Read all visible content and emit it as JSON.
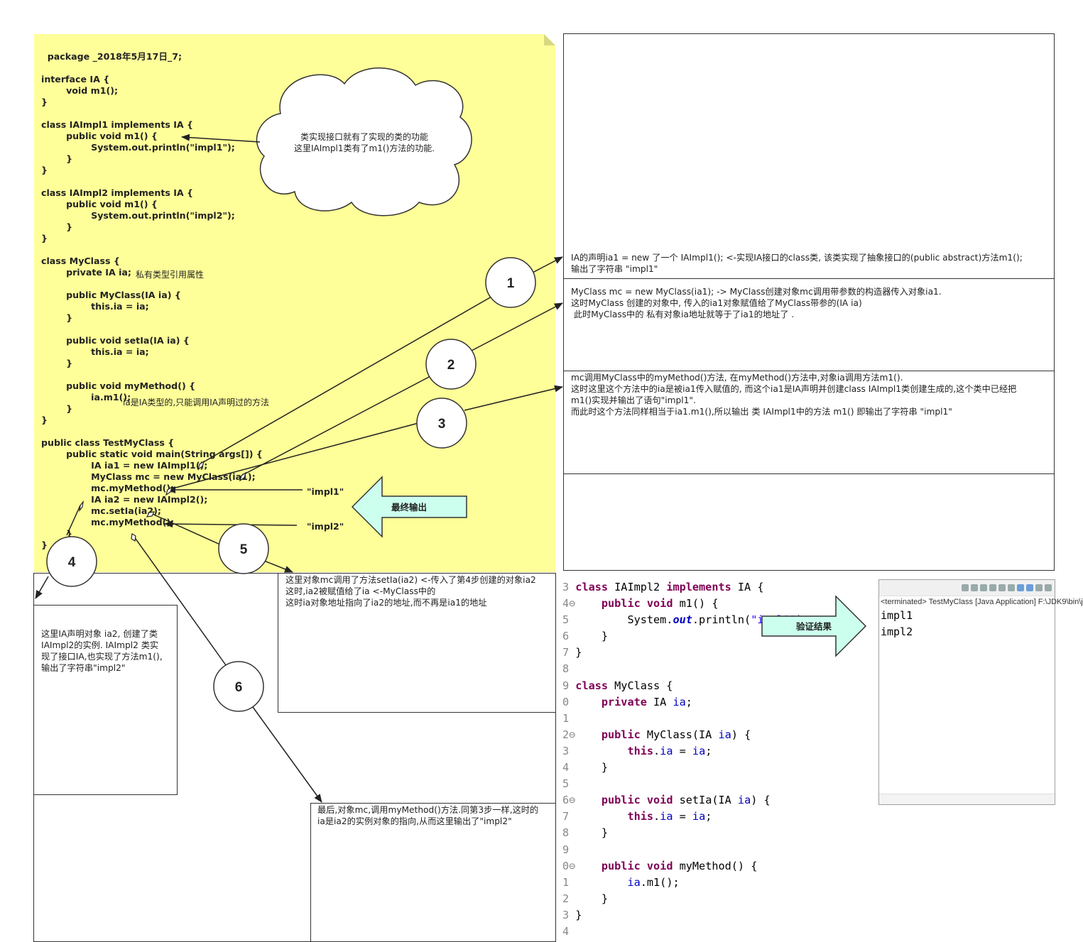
{
  "code_lines": [
    "  package _2018年5月17日_7;",
    "",
    "interface IA {",
    "        void m1();",
    "}",
    "",
    "class IAImpl1 implements IA {",
    "        public void m1() {",
    "                System.out.println(\"impl1\");",
    "        }",
    "}",
    "",
    "class IAImpl2 implements IA {",
    "        public void m1() {",
    "                System.out.println(\"impl2\");",
    "        }",
    "}",
    "",
    "class MyClass {",
    "        private IA ia;",
    "",
    "        public MyClass(IA ia) {",
    "                this.ia = ia;",
    "        }",
    "",
    "        public void setIa(IA ia) {",
    "                this.ia = ia;",
    "        }",
    "",
    "        public void myMethod() {",
    "                ia.m1();",
    "        }",
    "}",
    "",
    "public class TestMyClass {",
    "        public static void main(String args[]) {",
    "                IA ia1 = new IAImpl1();",
    "                MyClass mc = new MyClass(ia1);",
    "                mc.myMethod();",
    "                IA ia2 = new IAImpl2();",
    "                mc.setIa(ia2);",
    "                mc.myMethod();",
    "        }",
    "}"
  ],
  "inline_notes": {
    "private_field": "私有类型引用属性",
    "ia_m1": "ia是IA类型的,只能调用IA声明过的方法"
  },
  "cloud_text": "类实现接口就有了实现的类的功能\n这里IAImpl1类有了m1()方法的功能.",
  "step_numbers": [
    "1",
    "2",
    "3",
    "4",
    "5",
    "6"
  ],
  "output_labels": {
    "first": "\"impl1\"",
    "second": "\"impl2\""
  },
  "final_output_arrow": "最终输出",
  "verify_arrow": "验证结果",
  "explanations": {
    "step1": "IA的声明ia1 = new 了一个 IAImpl1(); <-实现IA接口的class类, 该类实现了抽象接口的(public abstract)方法m1();\n输出了字符串 \"impl1\"",
    "step2": "MyClass mc = new MyClass(ia1); -> MyClass创建对象mc调用带参数的构造器传入对象ia1.\n这时MyClass 创建的对象中, 传入的ia1对象赋值给了MyClass带参的(IA ia)\n 此时MyClass中的 私有对象ia地址就等于了ia1的地址了 .",
    "step3": "mc调用MyClass中的myMethod()方法, 在myMethod()方法中,对象ia调用方法m1().\n这时这里这个方法中的ia是被ia1传入赋值的, 而这个ia1是IA声明并创建class IAImpl1类创建生成的,这个类中已经把\nm1()实现并输出了语句\"impl1\".\n而此时这个方法同样相当于ia1.m1(),所以输出 类 IAImpl1中的方法 m1() 即输出了字符串 \"impl1\"",
    "step4": "这里IA声明对象 ia2, 创建了类\nIAImpl2的实例. IAImpl2 类实\n现了接口IA,也实现了方法m1(),\n输出了字符串\"impl2\"",
    "step5": "这里对象mc调用了方法setIa(ia2) <-传入了第4步创建的对象ia2\n这时,ia2被赋值给了ia <-MyClass中的\n这时ia对象地址指向了ia2的地址,而不再是ia1的地址",
    "step6": "最后,对象mc,调用myMethod()方法.同第3步一样,这时的\nia是ia2的实例对象的指向,从而这里输出了\"impl2\""
  },
  "ide": {
    "gutter": [
      "3",
      "4⊖",
      "5",
      "6",
      "7",
      "8",
      "9",
      "0",
      "1",
      "2⊖",
      "3",
      "4",
      "5",
      "6⊖",
      "7",
      "8",
      "9",
      "0⊖",
      "1",
      "2",
      "3",
      "4"
    ],
    "lines": [
      "class IAImpl2 implements IA {",
      "    public void m1() {",
      "        System.out.println(\"impl2\");",
      "    }",
      "}",
      "",
      "class MyClass {",
      "    private IA ia;",
      "",
      "    public MyClass(IA ia) {",
      "        this.ia = ia;",
      "    }",
      "",
      "    public void setIa(IA ia) {",
      "        this.ia = ia;",
      "    }",
      "",
      "    public void myMethod() {",
      "        ia.m1();",
      "    }",
      "}",
      ""
    ]
  },
  "console": {
    "status": "<terminated> TestMyClass [Java Application] F:\\JDK9\\bin\\j",
    "output": [
      "impl1",
      "impl2"
    ]
  },
  "colors": {
    "note_bg": "#ffff99",
    "arrow_fill": "#ccffee",
    "keyword": "#7f0055",
    "field": "#0000c0",
    "string": "#2a00ff"
  }
}
